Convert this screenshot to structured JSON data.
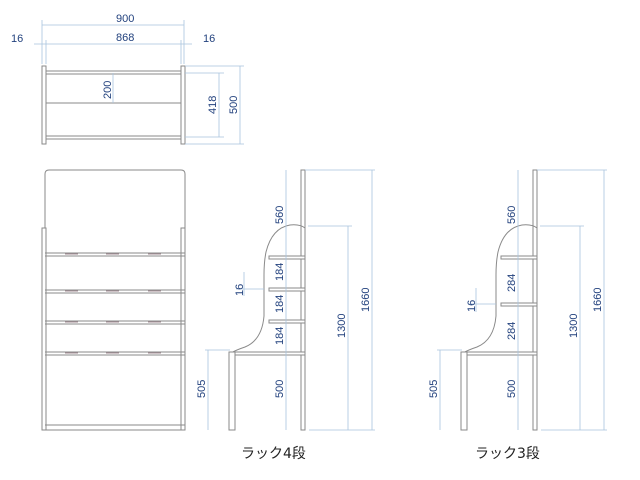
{
  "top_view": {
    "overall_width": "900",
    "inner_width": "868",
    "left_thickness": "16",
    "right_thickness": "16",
    "shelf_gap": "200",
    "inner_depth": "418",
    "depth": "500"
  },
  "rack4": {
    "label": "ラック4段",
    "top": "560",
    "shelf1": "184",
    "shelf2": "184",
    "shelf3": "184",
    "thickness": "16",
    "base": "500",
    "front_height": "505",
    "mid_height": "1300",
    "total_height": "1660"
  },
  "rack3": {
    "label": "ラック3段",
    "top": "560",
    "shelf1": "284",
    "shelf2": "284",
    "thickness": "16",
    "base": "500",
    "front_height": "505",
    "mid_height": "1300",
    "total_height": "1660"
  }
}
